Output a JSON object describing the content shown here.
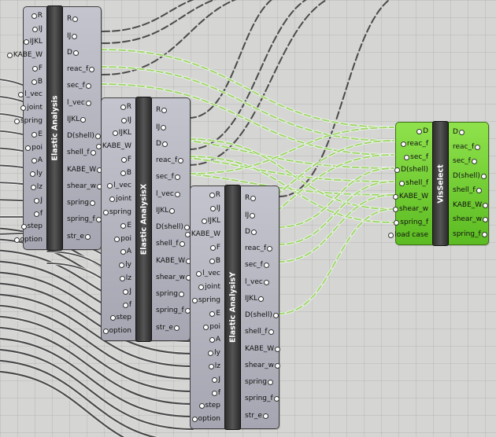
{
  "components": [
    {
      "id": "ea1",
      "title": "Elastic Analysis",
      "inputs": [
        "R",
        "IJ",
        "IJKL",
        "KABE_W",
        "F",
        "B",
        "l_vec",
        "joint",
        "spring",
        "E",
        "poi",
        "A",
        "ly",
        "lz",
        "J",
        "f",
        "step",
        "option"
      ],
      "outputs": [
        "R",
        "IJ",
        "D",
        "reac_f",
        "sec_f",
        "l_vec",
        "IJKL",
        "D(shell)",
        "shell_f",
        "KABE_W",
        "shear_w",
        "spring",
        "spring_f",
        "str_e"
      ]
    },
    {
      "id": "eax",
      "title": "Elastic AnalysisX",
      "inputs": [
        "R",
        "IJ",
        "IJKL",
        "KABE_W",
        "F",
        "B",
        "l_vec",
        "joint",
        "spring",
        "E",
        "poi",
        "A",
        "ly",
        "lz",
        "J",
        "f",
        "step",
        "option"
      ],
      "outputs": [
        "R",
        "IJ",
        "D",
        "reac_f",
        "sec_f",
        "l_vec",
        "IJKL",
        "D(shell)",
        "shell_f",
        "KABE_W",
        "shear_w",
        "spring",
        "spring_f",
        "str_e"
      ]
    },
    {
      "id": "eay",
      "title": "Elastic AnalysisY",
      "inputs": [
        "R",
        "IJ",
        "IJKL",
        "KABE_W",
        "F",
        "B",
        "l_vec",
        "joint",
        "spring",
        "E",
        "poi",
        "A",
        "ly",
        "lz",
        "J",
        "f",
        "step",
        "option"
      ],
      "outputs": [
        "R",
        "IJ",
        "D",
        "reac_f",
        "sec_f",
        "l_vec",
        "IJKL",
        "D(shell)",
        "shell_f",
        "KABE_W",
        "shear_w",
        "spring",
        "spring_f",
        "str_e"
      ]
    },
    {
      "id": "vis",
      "title": "VisSelect",
      "inputs": [
        "D",
        "reac_f",
        "sec_f",
        "D(shell)",
        "shell_f",
        "KABE_W",
        "shear_w",
        "spring_f",
        "load case"
      ],
      "outputs": [
        "D",
        "reac_f",
        "sec_f",
        "D(shell)",
        "shell_f",
        "KABE_W",
        "shear_w",
        "spring_f"
      ]
    }
  ],
  "colors": {
    "canvas": "#d5d6d3",
    "component_body": "#b4b4be",
    "selected_component": "#6fcc33",
    "wire_dark": "#4a4a4a",
    "wire_selected": "#9fd86a"
  }
}
